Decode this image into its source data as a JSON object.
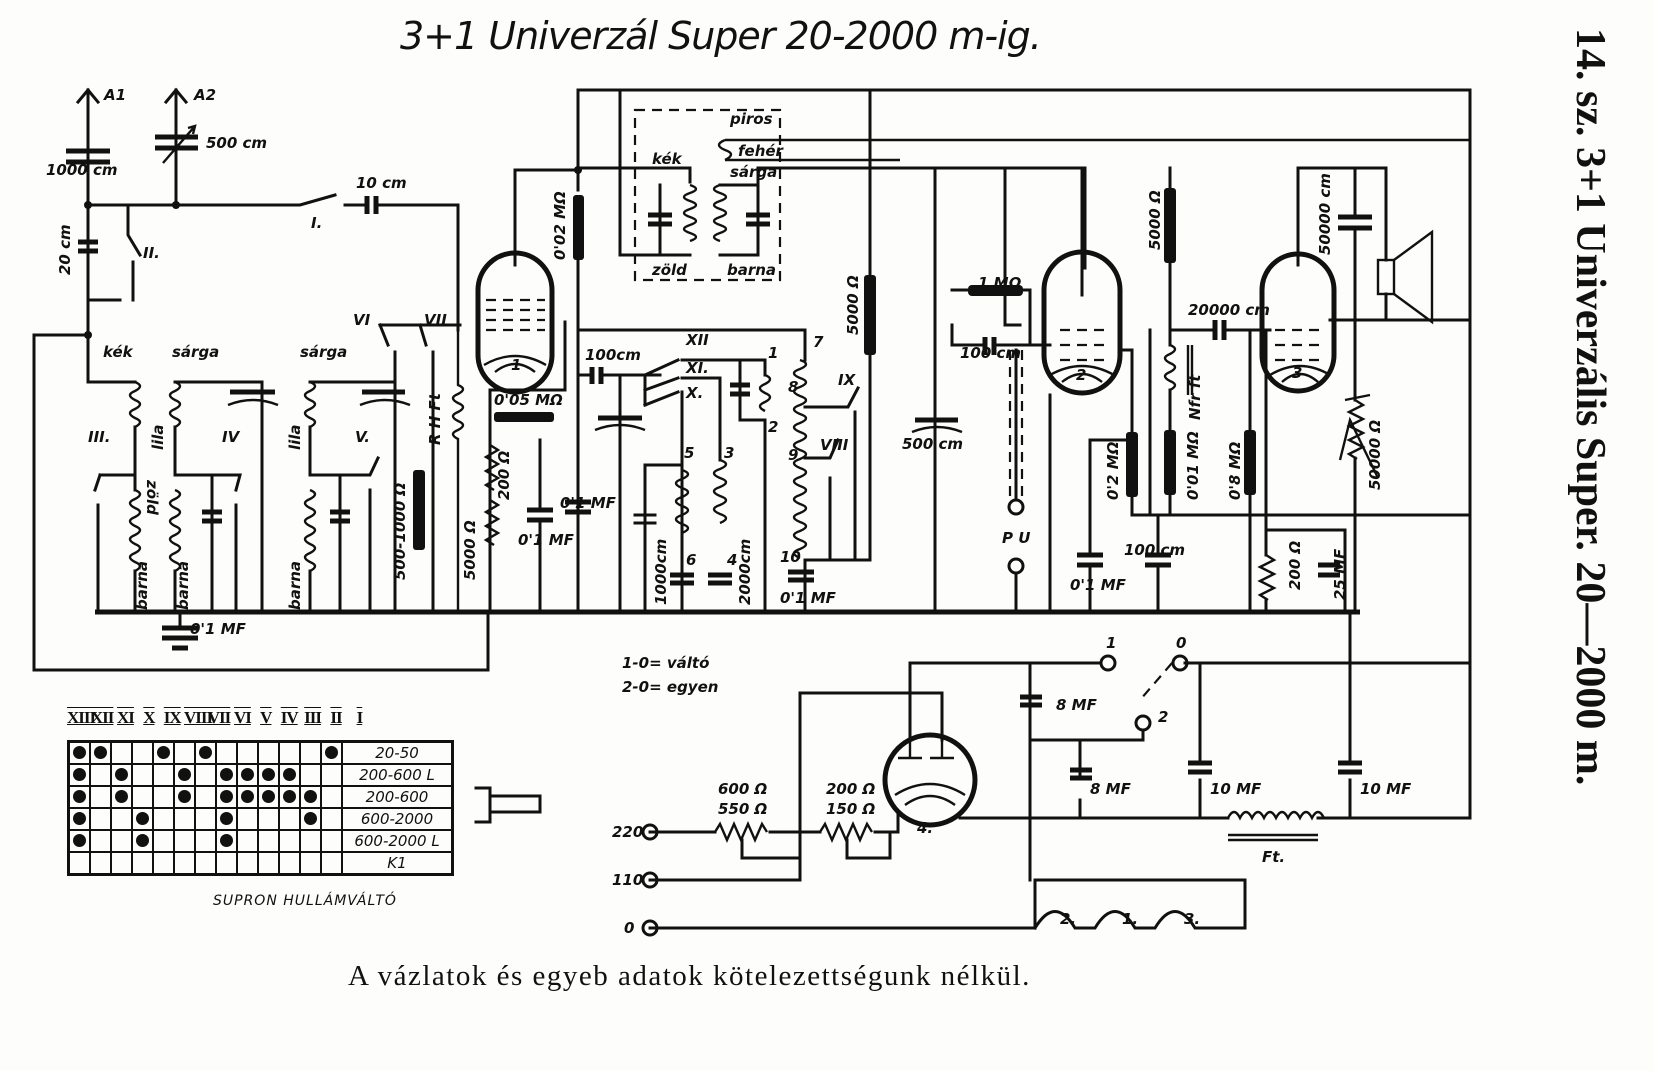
{
  "title": "3+1 Univerzál Super 20-2000 m-ig.",
  "side_title": "14. sz. 3+1 Univerzális Super. 20—2000 m.",
  "footer": "A vázlatok és egyeb adatok kötelezettségunk nélkül.",
  "antenna": {
    "a1": "A1",
    "a2": "A2",
    "c1": "1000 cm",
    "c2": "500 cm",
    "c_series": "10 cm",
    "c_20": "20 cm",
    "switch_i": "I.",
    "switch_ii": "II."
  },
  "input_coils": {
    "kek": "kék",
    "sarga1": "sárga",
    "sarga2": "sárga",
    "zold": "zöld",
    "lila1": "lila",
    "lila2": "lila",
    "barna1": "barna",
    "barna2": "barna",
    "barna3": "barna",
    "sw_iii": "III.",
    "sw_iv": "IV",
    "sw_v": "V.",
    "sw_vi": "VI",
    "sw_vii": "VII",
    "cap_ground": "0'1 MF",
    "rhft": "R H Ft",
    "r_500_1000": "500-1000 Ω"
  },
  "tube1": {
    "number": "1",
    "r_005": "0'05 MΩ",
    "r_200": "200 Ω",
    "r_5000": "5000 Ω",
    "c_01a": "0'1 MF",
    "c_01b": "0'1 MF",
    "r_002": "0'02 MΩ",
    "c_100": "100cm"
  },
  "if_transformer": {
    "kek": "kék",
    "zold": "zöld",
    "piros": "piros",
    "feher": "fehér",
    "sarga": "sárga",
    "barna": "barna"
  },
  "oscillator": {
    "sw_xii": "XII",
    "sw_xi": "XI.",
    "sw_x": "X.",
    "sw_ix": "IX",
    "sw_viii": "VIII",
    "taps": [
      "1",
      "2",
      "3",
      "4",
      "5",
      "6",
      "7",
      "8",
      "9",
      "10"
    ],
    "c_1000": "1000cm",
    "c_2000": "2000cm",
    "c_01": "0'1 MF",
    "r_5000": "5000 Ω",
    "c_500": "500 cm"
  },
  "tube2": {
    "number": "2",
    "r_1m": "1 MΩ",
    "c_100": "100 cm",
    "pu": "P U",
    "r_02m": "0'2 MΩ",
    "c_01": "0'1 MF",
    "c_100b": "100 cm",
    "r_5000": "5000 Ω"
  },
  "tube3": {
    "number": "3",
    "c_20000": "20000 cm",
    "nfr": "Nfr ft",
    "r_001m": "0'01 MΩ",
    "r_08m": "0'8 MΩ",
    "c_50000": "50000 cm",
    "r_50000": "50000 Ω",
    "r_200": "200 Ω",
    "c_25": "25 MF"
  },
  "power": {
    "legend1": "1-0= váltó",
    "legend2": "2-0= egyen",
    "tube_number": "4.",
    "r1a": "600 Ω",
    "r1b": "550 Ω",
    "r2a": "200 Ω",
    "r2b": "150 Ω",
    "in220": "220",
    "in110": "110",
    "in0": "0",
    "term1": "1",
    "term0": "0",
    "term2": "2",
    "c8a": "8 MF",
    "c8b": "8 MF",
    "c10a": "10 MF",
    "c10b": "10 MF",
    "choke": "Ft.",
    "fil": [
      "2.",
      "1.",
      "3."
    ]
  },
  "wave_switch": {
    "caption": "SUPRON HULLÁMVÁLTÓ",
    "columns": [
      "XIII",
      "XII",
      "XI",
      "X",
      "IX",
      "VIII",
      "VII",
      "VI",
      "V",
      "IV",
      "III",
      "II",
      "I"
    ],
    "rows": [
      {
        "band": "20-50",
        "pins": [
          1,
          1,
          0,
          0,
          1,
          0,
          1,
          0,
          0,
          0,
          0,
          0,
          1
        ]
      },
      {
        "band": "200-600 L",
        "pins": [
          1,
          0,
          1,
          0,
          0,
          1,
          0,
          1,
          1,
          1,
          1,
          0,
          0
        ]
      },
      {
        "band": "200-600",
        "pins": [
          1,
          0,
          1,
          0,
          0,
          1,
          0,
          1,
          1,
          1,
          1,
          1,
          0
        ]
      },
      {
        "band": "600-2000",
        "pins": [
          1,
          0,
          0,
          1,
          0,
          0,
          0,
          1,
          0,
          0,
          0,
          1,
          0
        ]
      },
      {
        "band": "600-2000 L",
        "pins": [
          1,
          0,
          0,
          1,
          0,
          0,
          0,
          1,
          0,
          0,
          0,
          0,
          0
        ]
      },
      {
        "band": "K1",
        "pins": [
          0,
          0,
          0,
          0,
          0,
          0,
          0,
          0,
          0,
          0,
          0,
          0,
          0
        ]
      }
    ]
  }
}
